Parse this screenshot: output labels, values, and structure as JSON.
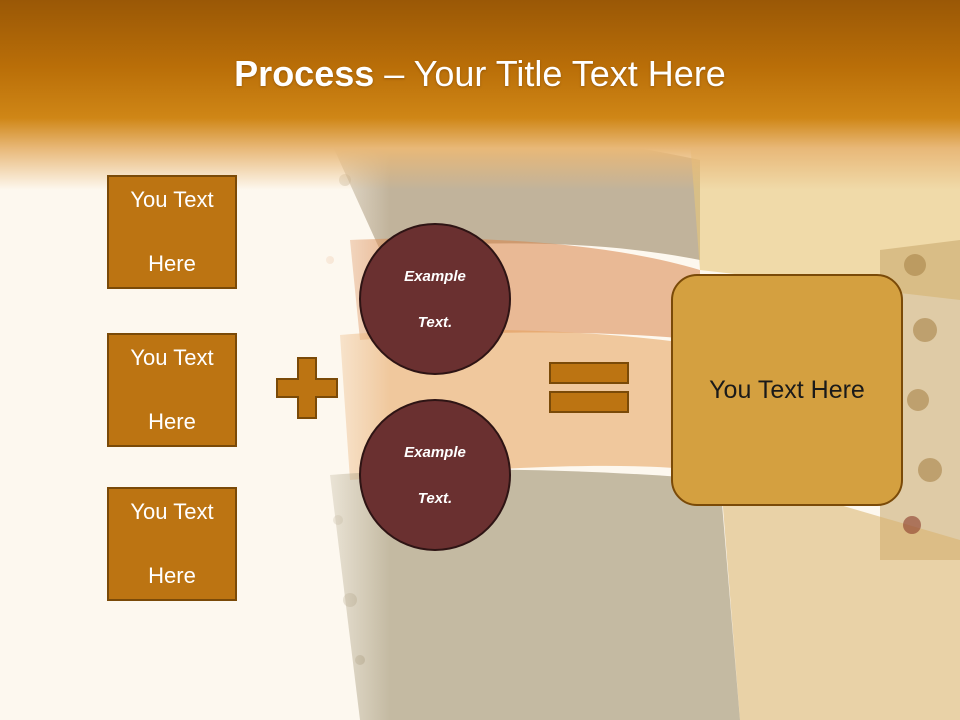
{
  "slide": {
    "title_bold": "Process",
    "title_rest": " – Your Title Text Here",
    "left_boxes": [
      {
        "line1": "You Text",
        "line2": "Here"
      },
      {
        "line1": "You Text",
        "line2": "Here"
      },
      {
        "line1": "You Text",
        "line2": "Here"
      }
    ],
    "circles": [
      {
        "line1": "Example",
        "line2": "Text."
      },
      {
        "line1": "Example",
        "line2": "Text."
      }
    ],
    "result": "You Text Here"
  },
  "colors": {
    "header_top": "#9a5806",
    "box_fill": "#bc7412",
    "box_border": "#7a4a08",
    "circle_fill": "#6a3030",
    "result_fill": "#d4a040"
  },
  "icons": [
    "plus-icon",
    "equals-icon"
  ]
}
